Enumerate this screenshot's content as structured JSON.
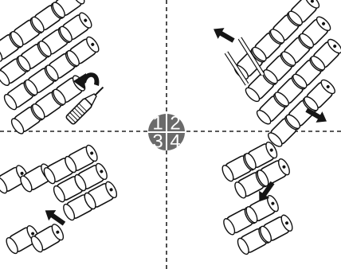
{
  "diagram": {
    "step_badge": {
      "numbers": [
        "1",
        "2",
        "3",
        "4"
      ],
      "color": "#6a6a6a"
    },
    "panels": [
      {
        "id": 1,
        "icons": [
          "watch-band-icon",
          "pin-push-tool-icon",
          "rotate-arrow-icon"
        ]
      },
      {
        "id": 2,
        "icons": [
          "watch-band-icon",
          "pin-icon",
          "pin-icon",
          "arrow-up-left-icon",
          "arrow-down-right-icon"
        ]
      },
      {
        "id": 3,
        "icons": [
          "removed-links-icon",
          "watch-band-icon",
          "arrow-up-left-icon"
        ]
      },
      {
        "id": 4,
        "icons": [
          "watch-band-icon",
          "arrow-down-left-icon"
        ]
      }
    ],
    "colors": {
      "line": "#111111",
      "divider": "#222222",
      "badge": "#6a6a6a"
    }
  }
}
